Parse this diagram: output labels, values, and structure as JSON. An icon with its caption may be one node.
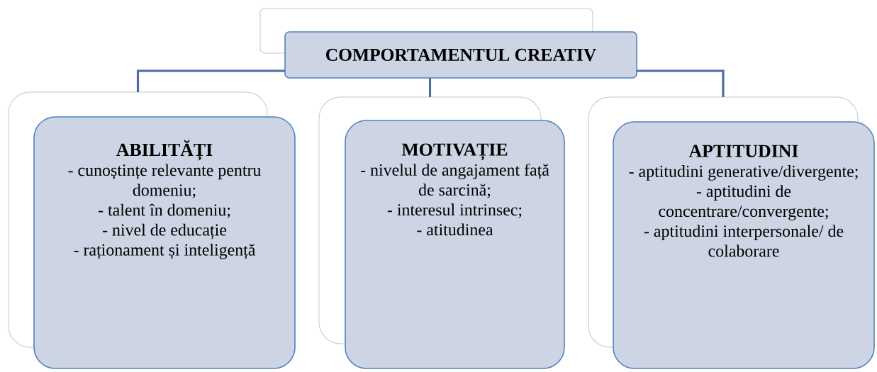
{
  "diagram": {
    "nodes": [
      {
        "text": [],
        "shape": "box"
      },
      {
        "text": [
          "COMPORTAMENTUL CREATIV"
        ]
      },
      {
        "text": [],
        "shape": "box"
      },
      {
        "text": [
          "ABILITĂȚI",
          "- cunoștințe relevante pentru domeniu;",
          "- talent în domeniu;",
          "- nivel de educație",
          "- raționament și inteligență"
        ]
      },
      {
        "text": [],
        "shape": "box"
      },
      {
        "text": [
          "MOTIVAȚIE",
          "- nivelul de angajament față de sarcină;",
          "- interesul intrinsec;",
          "- atitudinea"
        ]
      },
      {
        "text": [],
        "shape": "box"
      },
      {
        "text": [
          "APTITUDINI",
          "- aptitudini generative/divergente;",
          "- aptitudini de concentrare/convergente;",
          "- aptitudini interpersonale/ de colaborare"
        ]
      }
    ],
    "edges": [
      {
        "from": 1,
        "to": 2,
        "arrow": "none"
      },
      {
        "from": 1,
        "to": 4,
        "arrow": "none"
      },
      {
        "from": 1,
        "to": 6,
        "arrow": "none"
      }
    ]
  }
}
